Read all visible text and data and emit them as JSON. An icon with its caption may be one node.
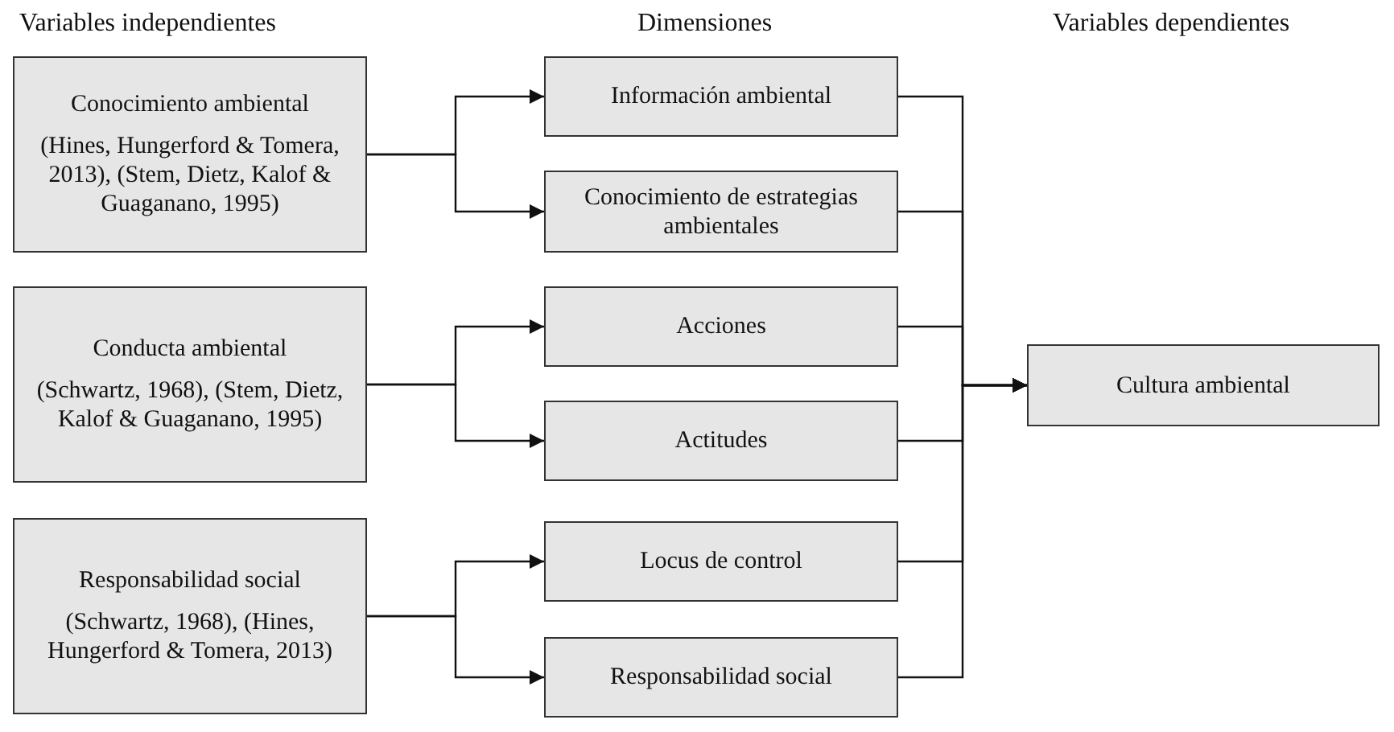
{
  "diagram": {
    "nodes": [
      {
        "text": [
          "Conocimiento ambiental",
          "(Hines, Hungerford & Tomera, 2013), (Stem, Dietz, Kalof & Guaganano, 1995)"
        ]
      },
      {
        "text": [
          "Información ambiental"
        ]
      },
      {
        "text": [
          "Conocimiento de estrategias ambientales"
        ]
      },
      {
        "text": [
          "Conducta ambiental",
          "(Schwartz, 1968), (Stem, Dietz, Kalof & Guaganano, 1995)"
        ]
      },
      {
        "text": [
          "Acciones"
        ]
      },
      {
        "text": [
          "Actitudes"
        ]
      },
      {
        "text": [
          "Responsabilidad social",
          "(Schwartz, 1968), (Hines, Hungerford & Tomera, 2013)"
        ]
      },
      {
        "text": [
          "Locus de control"
        ]
      },
      {
        "text": [
          "Responsabilidad social"
        ]
      },
      {
        "text": [
          "Cultura ambiental"
        ]
      }
    ],
    "edges": [
      {
        "from": 0,
        "to": 1,
        "arrow": "to"
      },
      {
        "from": 0,
        "to": 2,
        "arrow": "to"
      },
      {
        "from": 3,
        "to": 4,
        "arrow": "to"
      },
      {
        "from": 3,
        "to": 5,
        "arrow": "to"
      },
      {
        "from": 6,
        "to": 7,
        "arrow": "to"
      },
      {
        "from": 6,
        "to": 8,
        "arrow": "to"
      },
      {
        "from": 1,
        "to": 9,
        "arrow": "to"
      },
      {
        "from": 2,
        "to": 9,
        "arrow": "to"
      },
      {
        "from": 4,
        "to": 9,
        "arrow": "to"
      },
      {
        "from": 5,
        "to": 9,
        "arrow": "to"
      },
      {
        "from": 7,
        "to": 9,
        "arrow": "to"
      },
      {
        "from": 8,
        "to": 9,
        "arrow": "to"
      }
    ],
    "labels": [
      "Variables independientes",
      "Dimensiones",
      "Variables dependientes"
    ]
  }
}
